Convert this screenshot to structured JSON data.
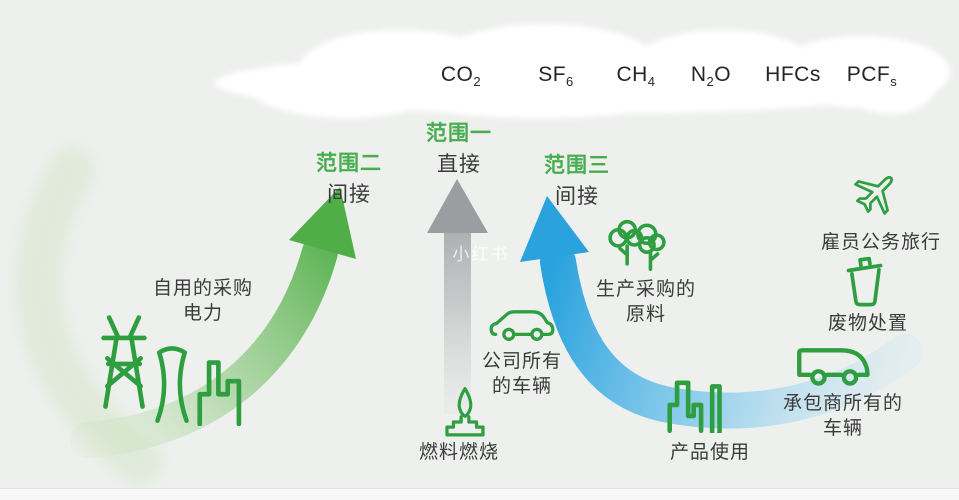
{
  "cloud": {
    "gases": [
      {
        "p1": "CO",
        "sub": "2",
        "p2": ""
      },
      {
        "p1": "SF",
        "sub": "6",
        "p2": ""
      },
      {
        "p1": "CH",
        "sub": "4",
        "p2": ""
      },
      {
        "p1": "N",
        "sub": "2",
        "p2": "O"
      },
      {
        "p1": "HFCs",
        "sub": "",
        "p2": ""
      },
      {
        "p1": "PCF",
        "sub": "s",
        "p2": ""
      }
    ]
  },
  "scopes": {
    "scope1": {
      "title": "范围一",
      "subtitle": "直接"
    },
    "scope2": {
      "title": "范围二",
      "subtitle": "间接"
    },
    "scope3": {
      "title": "范围三",
      "subtitle": "间接"
    }
  },
  "items": {
    "purchased_electricity": {
      "line1": "自用的采购",
      "line2": "电力",
      "icon": "power-plant"
    },
    "company_vehicles": {
      "line1": "公司所有",
      "line2": "的车辆",
      "icon": "car"
    },
    "fuel_combustion": {
      "label": "燃料燃烧",
      "icon": "burner-flame"
    },
    "purchased_materials": {
      "line1": "生产采购的",
      "line2": "原料",
      "icon": "trees"
    },
    "employee_travel": {
      "label": "雇员公务旅行",
      "icon": "airplane"
    },
    "waste_disposal": {
      "label": "废物处置",
      "icon": "trash-can"
    },
    "contractor_vehicles": {
      "line1": "承包商所有的",
      "line2": "车辆",
      "icon": "truck"
    },
    "product_use": {
      "label": "产品使用",
      "icon": "buildings"
    }
  },
  "watermark": {
    "text": "小红书"
  },
  "colors": {
    "background": "#eef0ee",
    "scope_green": "#47ad4e",
    "arrow_green": "#4fae47",
    "arrow_blue": "#29a2de",
    "arrow_gray": "#9b9da0",
    "icon_green": "#2f9e41",
    "text_dark": "#3b3b3b"
  }
}
